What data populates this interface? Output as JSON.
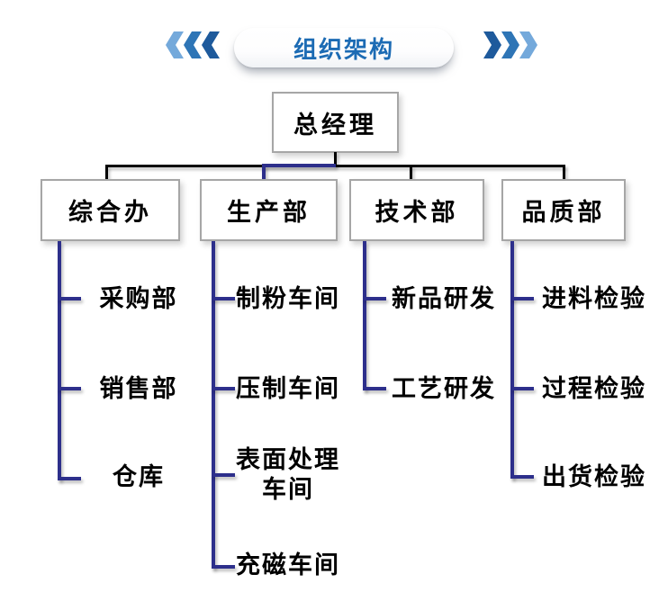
{
  "header": {
    "title": "组织架构",
    "left_chevrons_icon": "triple-chevron-left",
    "right_chevrons_icon": "triple-chevron-right"
  },
  "chart": {
    "root": {
      "label": "总经理"
    },
    "departments": [
      {
        "label": "综合办",
        "children": [
          "采购部",
          "销售部",
          "仓库"
        ]
      },
      {
        "label": "生产部",
        "children": [
          "制粉车间",
          "压制车间",
          "表面处理\n车间",
          "充磁车间"
        ]
      },
      {
        "label": "技术部",
        "children": [
          "新品研发",
          "工艺研发"
        ]
      },
      {
        "label": "品质部",
        "children": [
          "进料检验",
          "过程检验",
          "出货检验"
        ]
      }
    ]
  },
  "colors": {
    "title_text": "#1C6BB4",
    "chevron_light": "#74A9DB",
    "chevron_medium": "#2E75B6",
    "chevron_dark": "#1E5A9C",
    "connector_navy": "#2D2F8B",
    "connector_black": "#000000",
    "box_border": "#A6A6A6",
    "box_text": "#000000"
  }
}
